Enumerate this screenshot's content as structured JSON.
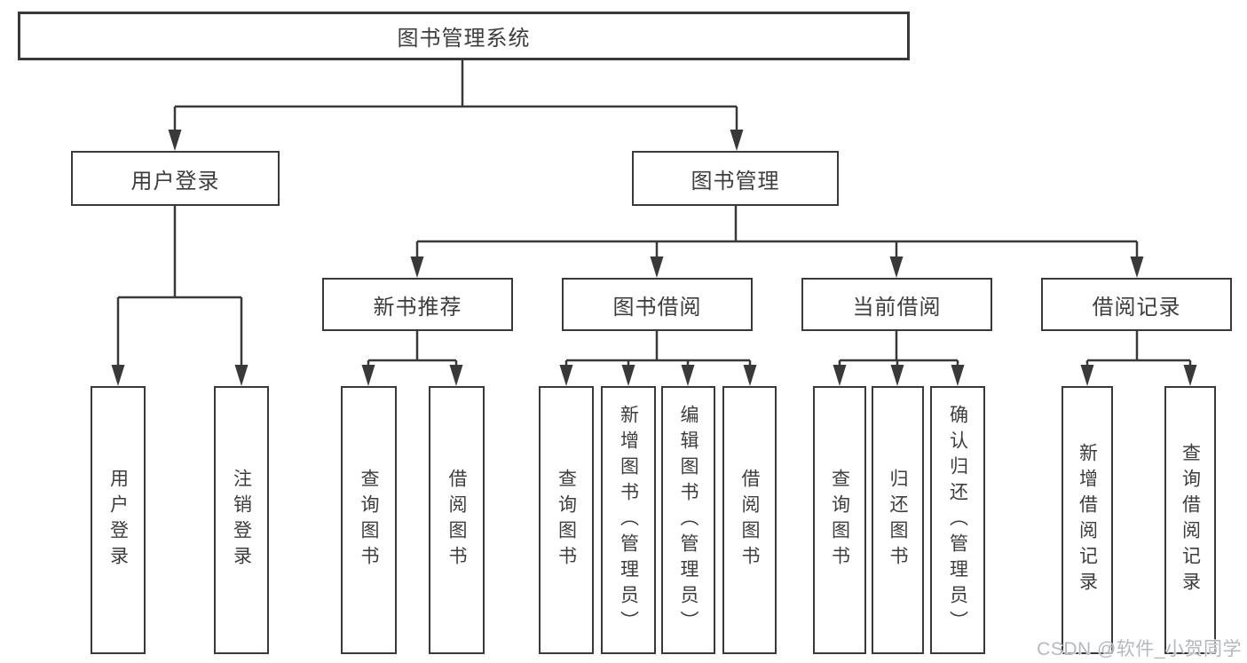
{
  "watermark": "CSDN @软件_小贺同学",
  "colors": {
    "line": "#39393b",
    "text": "#3d3d3d",
    "background": "#ffffff",
    "watermark": "#b4b8bf"
  },
  "tree": {
    "root": {
      "label": "图书管理系统",
      "children": [
        {
          "label": "用户登录",
          "children": [
            {
              "label": "用户登录"
            },
            {
              "label": "注销登录"
            }
          ]
        },
        {
          "label": "图书管理",
          "children": [
            {
              "label": "新书推荐",
              "children": [
                {
                  "label": "查询图书"
                },
                {
                  "label": "借阅图书"
                }
              ]
            },
            {
              "label": "图书借阅",
              "children": [
                {
                  "label": "查询图书"
                },
                {
                  "label": "新增图书（管理员）"
                },
                {
                  "label": "编辑图书（管理员）"
                },
                {
                  "label": "借阅图书"
                }
              ]
            },
            {
              "label": "当前借阅",
              "children": [
                {
                  "label": "查询图书"
                },
                {
                  "label": "归还图书"
                },
                {
                  "label": "确认归还（管理员）"
                }
              ]
            },
            {
              "label": "借阅记录",
              "children": [
                {
                  "label": "新增借阅记录"
                },
                {
                  "label": "查询借阅记录"
                }
              ]
            }
          ]
        }
      ]
    }
  }
}
